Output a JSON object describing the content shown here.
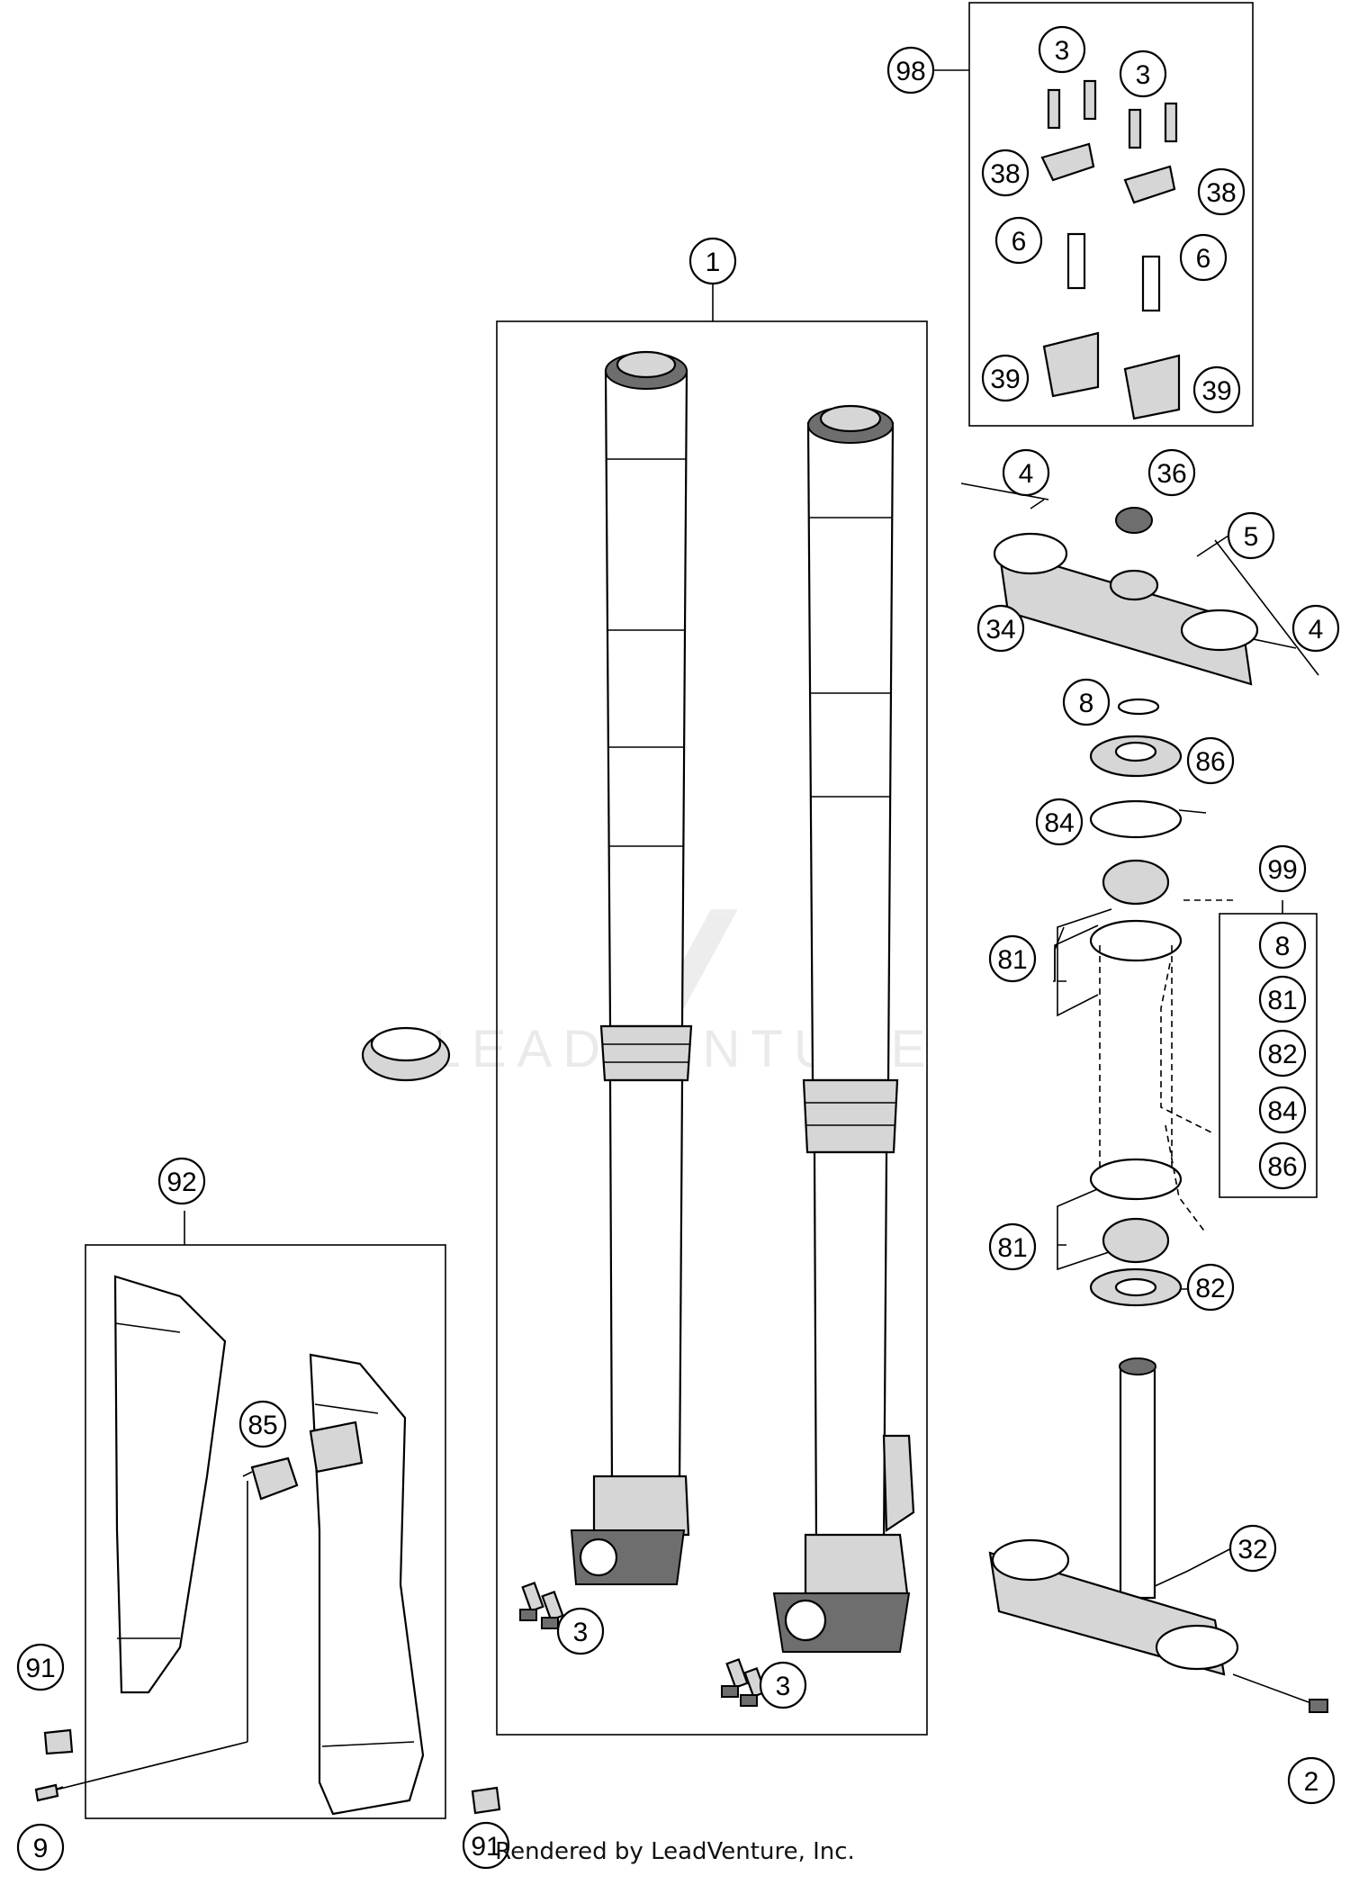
{
  "diagram": {
    "watermark": "LEADVENTURE",
    "footer": "Rendered by LeadVenture, Inc.",
    "callouts": {
      "c98": "98",
      "c3a": "3",
      "c3b": "3",
      "c38a": "38",
      "c38b": "38",
      "c6a": "6",
      "c6b": "6",
      "c39a": "39",
      "c39b": "39",
      "c1": "1",
      "c4a": "4",
      "c36": "36",
      "c5": "5",
      "c34": "34",
      "c4b": "4",
      "c8": "8",
      "c86": "86",
      "c84": "84",
      "c99": "99",
      "c99_8": "8",
      "c99_81": "81",
      "c99_82": "82",
      "c99_84": "84",
      "c99_86": "86",
      "c81a": "81",
      "c81b": "81",
      "c82": "82",
      "c32": "32",
      "c2": "2",
      "c92": "92",
      "c85": "85",
      "c91a": "91",
      "c91b": "91",
      "c9": "9",
      "c3c": "3",
      "c3d": "3"
    }
  }
}
